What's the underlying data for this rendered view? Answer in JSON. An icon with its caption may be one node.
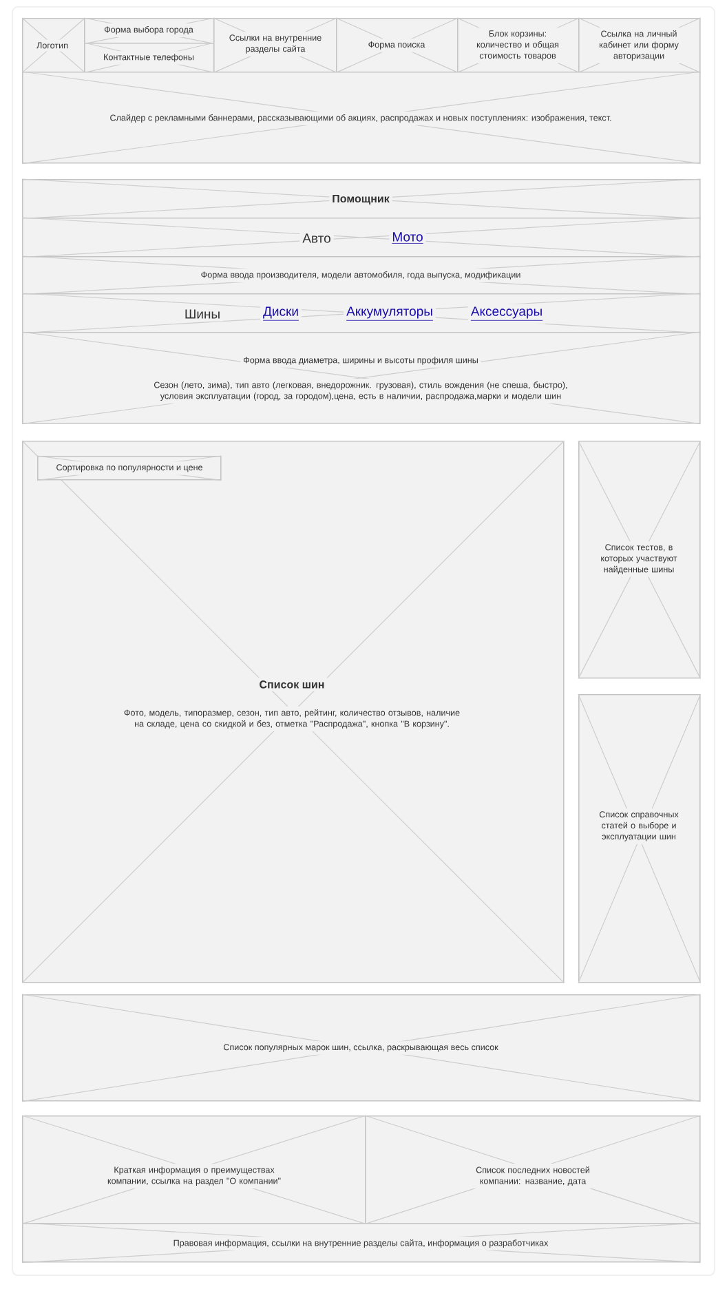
{
  "diagram": {
    "nodes": [
      {
        "text": [
          "Логотип"
        ]
      },
      {
        "text": [
          "Форма выбора города"
        ]
      },
      {
        "text": [
          "Контактные телефоны"
        ]
      },
      {
        "text": [
          "Ссылки на внутренние разделы сайта"
        ]
      },
      {
        "text": [
          "Форма поиска"
        ]
      },
      {
        "text": [
          "Блок корзины: количество и общая стоимость товаров"
        ]
      },
      {
        "text": [
          "Ссылка на личный кабинет или форму авторизации"
        ]
      },
      {
        "text": [
          "Слайдер с рекламными баннерами, рассказывающими об акциях, распродажах и новых поступлениях: изображения, текст."
        ]
      },
      {
        "text": [
          "Помощник"
        ]
      },
      {
        "text": [
          "Авто",
          "Мото"
        ]
      },
      {
        "text": [
          "Форма ввода производителя, модели автомобиля, года выпуска, модификации"
        ]
      },
      {
        "text": [
          "Шины",
          "Диски",
          "Аккумуляторы",
          "Аксессуары"
        ]
      },
      {
        "text": [
          "Форма ввода диаметра, ширины и высоты профиля шины",
          "Сезон (лето, зима), тип авто (легковая, внедорожник. грузовая), стиль вождения (не спеша, быстро), условия эксплуатации (город, за городом),цена, есть в наличии, распродажа,марки и модели шин"
        ]
      },
      {
        "text": [
          "Список шин",
          "Фото, модель, типоразмер, сезон, тип авто, рейтинг, количество отзывов, наличие на складе, цена со скидкой и без, отметка \"Распродажа\", кнопка \"В корзину\"."
        ]
      },
      {
        "text": [
          "Сортировка по популярности и цене"
        ],
        "in": 13
      },
      {
        "text": [
          "Список тестов, в которых участвуют найденные шины"
        ]
      },
      {
        "text": [
          "Список справочных статей о выборе и эксплуатации шин"
        ]
      },
      {
        "text": [
          "Список популярных марок шин, ссылка, раскрывающая весь список"
        ]
      },
      {
        "text": [
          "Краткая информация о преимуществах компании, ссылка на раздел \"О компании\""
        ]
      },
      {
        "text": [
          "Список последних новостей компании: название, дата"
        ]
      },
      {
        "text": [
          "Правовая информация, ссылки на внутренние разделы сайта, информация о разработчиках"
        ]
      }
    ]
  }
}
